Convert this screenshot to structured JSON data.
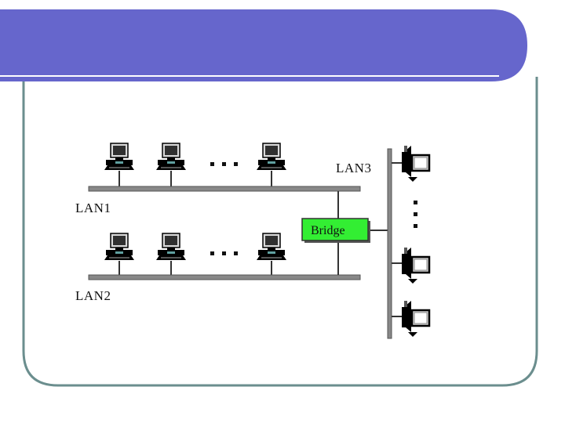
{
  "slide": {
    "title": "",
    "header_color": "#6666cc",
    "frame_color": "#6b8e8e"
  },
  "diagram": {
    "lan1_label": "LAN1",
    "lan2_label": "LAN2",
    "lan3_label": "LAN3",
    "bridge_label": "Bridge",
    "bridge_color": "#33ee33",
    "bus_color": "#888888",
    "lan1_computers": 3,
    "lan2_computers": 3,
    "lan3_devices": 3
  }
}
